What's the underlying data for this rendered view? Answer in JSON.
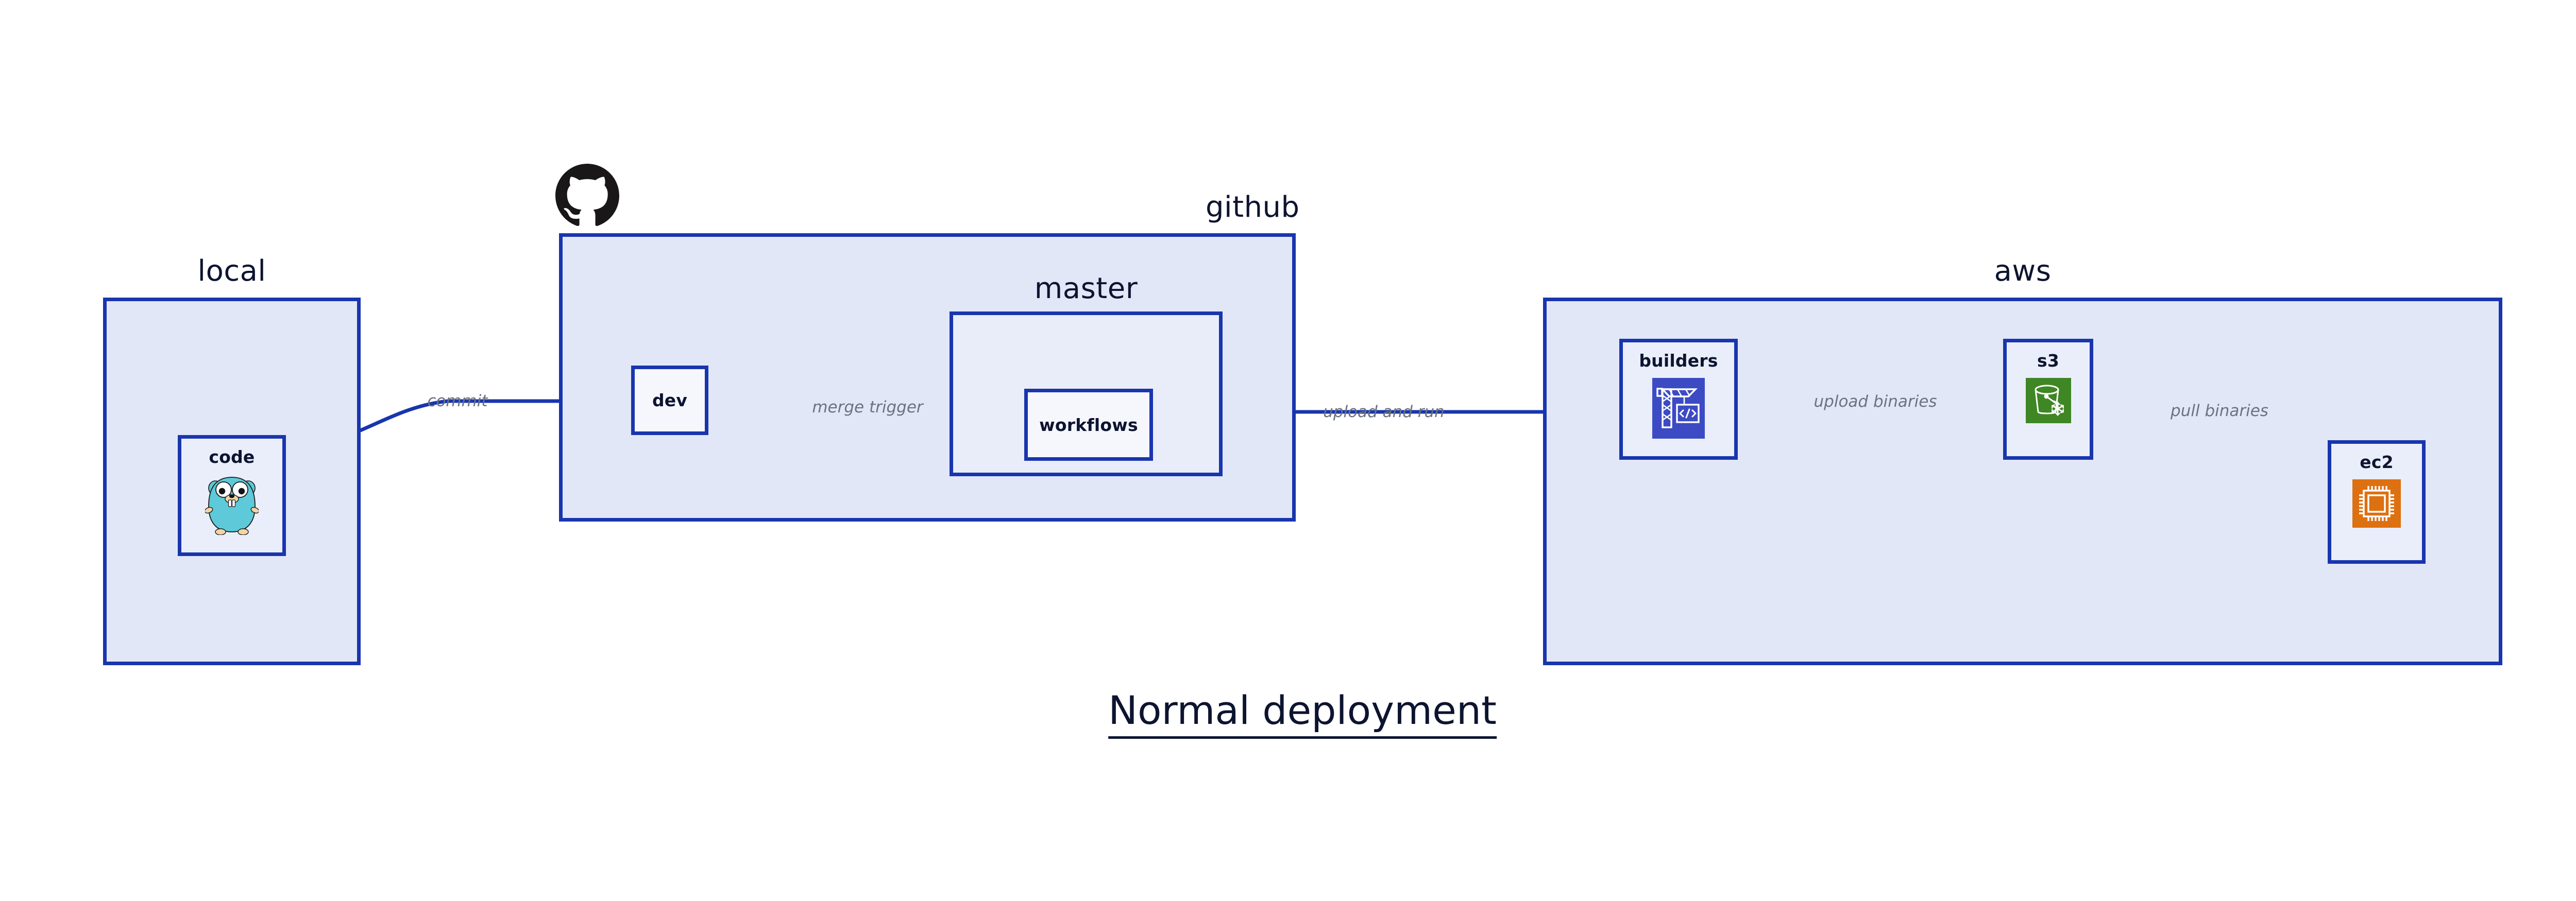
{
  "title": "Normal deployment",
  "colors": {
    "edge": "#1935ae",
    "group_border": "#1935ae",
    "group_fill": "#e2e7f8",
    "node_fill": "#eaeefb",
    "text": "#0d1430",
    "edge_label": "#6b7280",
    "codebuild": "#3c4bc4",
    "s3": "#3f8624",
    "ec2": "#dd7010",
    "gopher": "#5dc9d9",
    "github": "#191717"
  },
  "groups": [
    {
      "id": "local",
      "label": "local"
    },
    {
      "id": "github",
      "label": "github"
    },
    {
      "id": "master",
      "label": "master"
    },
    {
      "id": "aws",
      "label": "aws"
    }
  ],
  "nodes": [
    {
      "id": "code",
      "label": "code",
      "icon": "go-gopher-icon"
    },
    {
      "id": "dev",
      "label": "dev",
      "icon": "none"
    },
    {
      "id": "workflows",
      "label": "workflows",
      "icon": "none"
    },
    {
      "id": "builders",
      "label": "builders",
      "icon": "aws-codebuild-icon"
    },
    {
      "id": "s3",
      "label": "s3",
      "icon": "aws-s3-glacier-icon"
    },
    {
      "id": "ec2",
      "label": "ec2",
      "icon": "aws-ec2-icon"
    }
  ],
  "edges": [
    {
      "id": "commit",
      "from": "code",
      "to": "dev",
      "label": "commit"
    },
    {
      "id": "merge-trigger",
      "from": "dev",
      "to": "workflows",
      "label": "merge trigger"
    },
    {
      "id": "upload-and-run",
      "from": "workflows",
      "to": "builders",
      "label": "upload and run"
    },
    {
      "id": "upload-binaries",
      "from": "builders",
      "to": "s3",
      "label": "upload binaries"
    },
    {
      "id": "pull-binaries",
      "from": "s3",
      "to": "ec2",
      "label": "pull binaries"
    }
  ],
  "logos": [
    {
      "id": "github-logo",
      "icon": "github-octocat-icon"
    }
  ]
}
